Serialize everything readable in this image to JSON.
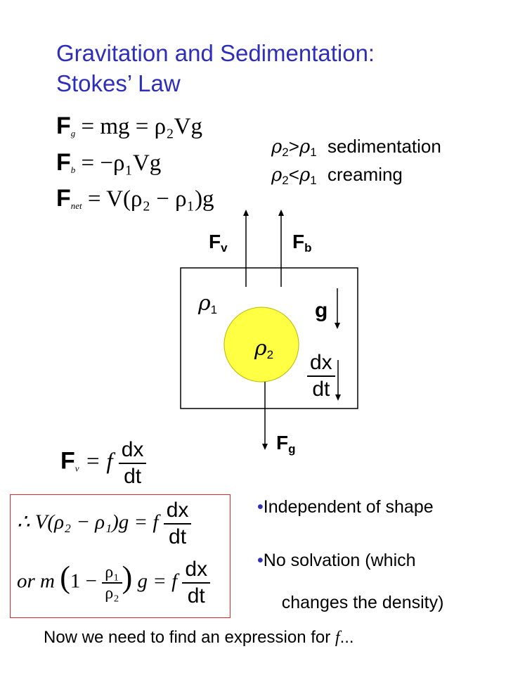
{
  "title": {
    "line1": "Gravitation and Sedimentation:",
    "line2": "Stokes’ Law"
  },
  "equations": {
    "fg": {
      "lhs": "F",
      "sub": "g",
      "rhs": "= mg = ρ₂Vg"
    },
    "fb": {
      "lhs": "F",
      "sub": "b",
      "rhs": "= −ρ₁Vg"
    },
    "fnet": {
      "lhs": "F",
      "sub": "net",
      "rhs": "= V(ρ₂ − ρ₁)g"
    }
  },
  "conditions": [
    {
      "left": "ρ",
      "left_sub": "2",
      "op": ">",
      "right": "ρ",
      "right_sub": "1",
      "word": "sedimentation"
    },
    {
      "left": "ρ",
      "left_sub": "2",
      "op": "<",
      "right": "ρ",
      "right_sub": "1",
      "word": "creaming"
    }
  ],
  "diagram": {
    "fv_label": "F",
    "fv_sub": "v",
    "fb_label": "F",
    "fb_sub": "b",
    "fg_label": "F",
    "fg_sub": "g",
    "rho1": "ρ",
    "rho1_sub": "1",
    "rho2": "ρ",
    "rho2_sub": "2",
    "g_label": "g",
    "dx": "dx",
    "dt": "dt",
    "sphere_color": "#ffff44"
  },
  "friction_eq": {
    "lhs": "F",
    "sub": "v",
    "mid": "= f",
    "num": "dx",
    "den": "dt"
  },
  "boxed_eqs": {
    "eq1": {
      "pre": "∴ V(ρ₂ − ρ₁)g = f",
      "num": "dx",
      "den": "dt"
    },
    "eq2": {
      "pre": "or m",
      "num_rho": "ρ₁",
      "den_rho": "ρ₂",
      "post": "g = f",
      "num": "dx",
      "den": "dt"
    },
    "border_color": "#e02828"
  },
  "bullets": [
    {
      "marker": "•",
      "text": "Independent of shape"
    },
    {
      "marker": "•",
      "text": "No solvation (which"
    },
    {
      "marker": "",
      "text": " changes the density)"
    }
  ],
  "footer": {
    "text": "Now we need to find an expression for ",
    "f": "f",
    "ellipsis": "..."
  },
  "colors": {
    "title": "#2e2eb8",
    "bullet": "#2e2eb8",
    "box": "#e02828"
  }
}
